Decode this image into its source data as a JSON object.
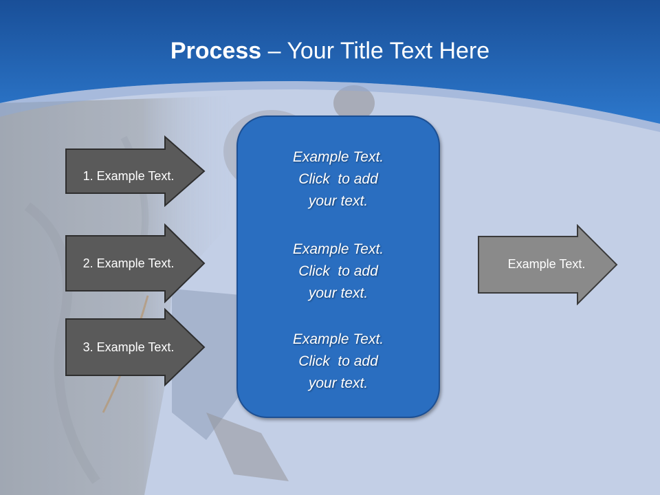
{
  "slide": {
    "title_bold": "Process",
    "title_rest": " – Your Title Text Here",
    "left_arrows": [
      {
        "label": "1. Example Text."
      },
      {
        "label": "2. Example Text."
      },
      {
        "label": "3. Example Text."
      }
    ],
    "center_box": {
      "items": [
        {
          "line1": "Example Text.",
          "line2": "Click  to add",
          "line3": "your text."
        },
        {
          "line1": "Example Text.",
          "line2": "Click  to add",
          "line3": "your text."
        },
        {
          "line1": "Example Text.",
          "line2": "Click  to add",
          "line3": "your text."
        }
      ]
    },
    "right_arrow": {
      "label": "Example Text."
    }
  },
  "colors": {
    "header_blue": "#1f5fae",
    "panel_blue": "#2a6ec0",
    "dark_arrow": "#5a5a5a",
    "light_arrow": "#8a8a8a",
    "background": "#c6d2e8"
  }
}
